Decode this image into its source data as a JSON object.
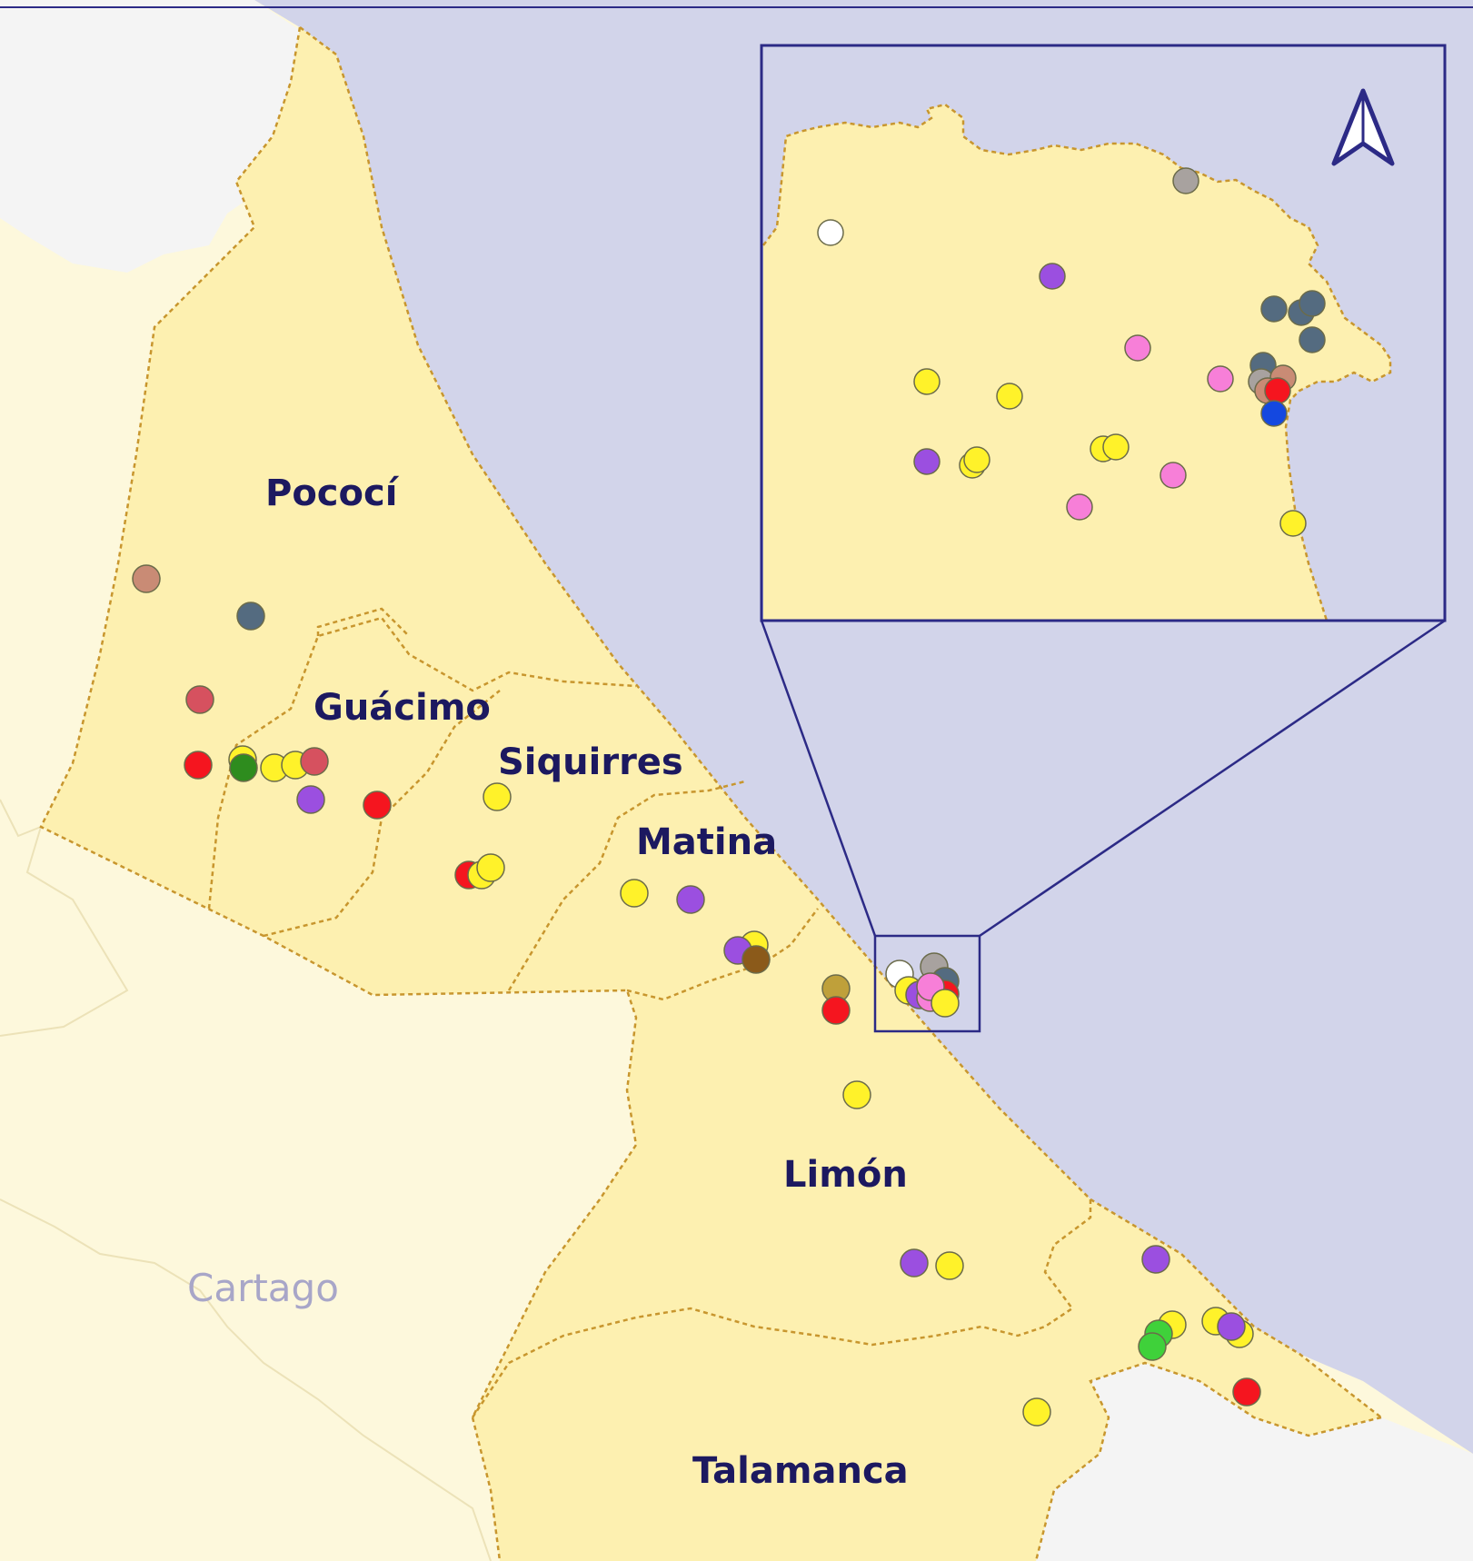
{
  "map": {
    "region_labels": {
      "pococi": "Pococí",
      "guacimo": "Guácimo",
      "siquirres": "Siquirres",
      "matina": "Matina",
      "limon": "Limón",
      "talamanca": "Talamanca",
      "cartago": "Cartago"
    },
    "colors": {
      "sea": "#d2d4ea",
      "province": "#fdf0b0",
      "outside_land": "#fdf8dc",
      "neighbor_land": "#f4f4f4",
      "border": "#c8962e",
      "inset_frame": "#2c2a86",
      "label": "#1c1960"
    },
    "north_arrow_icon": "north-arrow-icon",
    "marker_colors": {
      "yellow": "#fff22a",
      "purple": "#9b4fe0",
      "red": "#f5151f",
      "green": "#2e8c1e",
      "bright_green": "#3fd13a",
      "pink": "#f77fd8",
      "slate": "#546b80",
      "tan": "#c98b75",
      "rose": "#d6515f",
      "gray": "#a8a29f",
      "white": "#ffffff",
      "blue": "#1448e0",
      "olive": "#bfa03a",
      "brown": "#8b5a1a"
    }
  }
}
